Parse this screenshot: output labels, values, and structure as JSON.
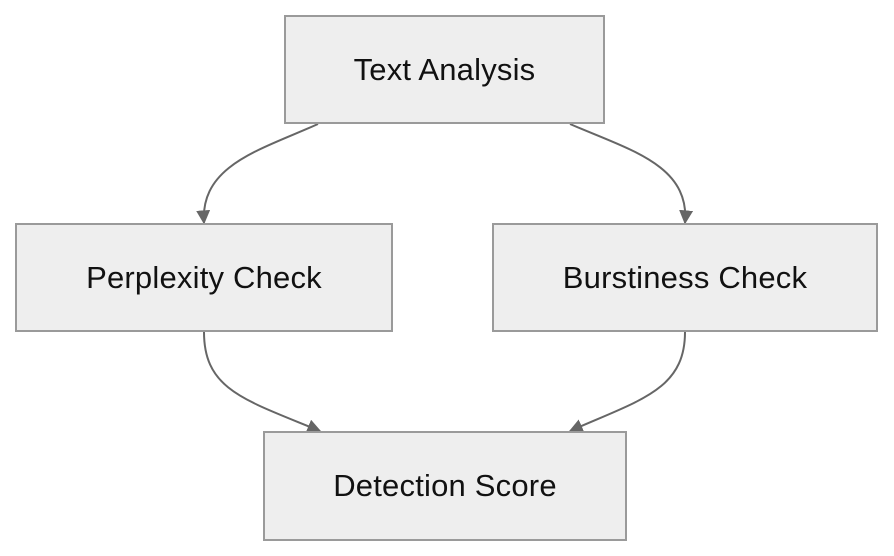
{
  "diagram": {
    "nodes": [
      {
        "id": "text-analysis",
        "label": "Text Analysis"
      },
      {
        "id": "perplexity-check",
        "label": "Perplexity Check"
      },
      {
        "id": "burstiness-check",
        "label": "Burstiness Check"
      },
      {
        "id": "detection-score",
        "label": "Detection Score"
      }
    ],
    "edges": [
      {
        "from": "text-analysis",
        "to": "perplexity-check"
      },
      {
        "from": "text-analysis",
        "to": "burstiness-check"
      },
      {
        "from": "perplexity-check",
        "to": "detection-score"
      },
      {
        "from": "burstiness-check",
        "to": "detection-score"
      }
    ],
    "colors": {
      "node_fill": "#eeeeee",
      "node_border": "#9a9a9a",
      "edge": "#666666",
      "text": "#111111"
    }
  }
}
